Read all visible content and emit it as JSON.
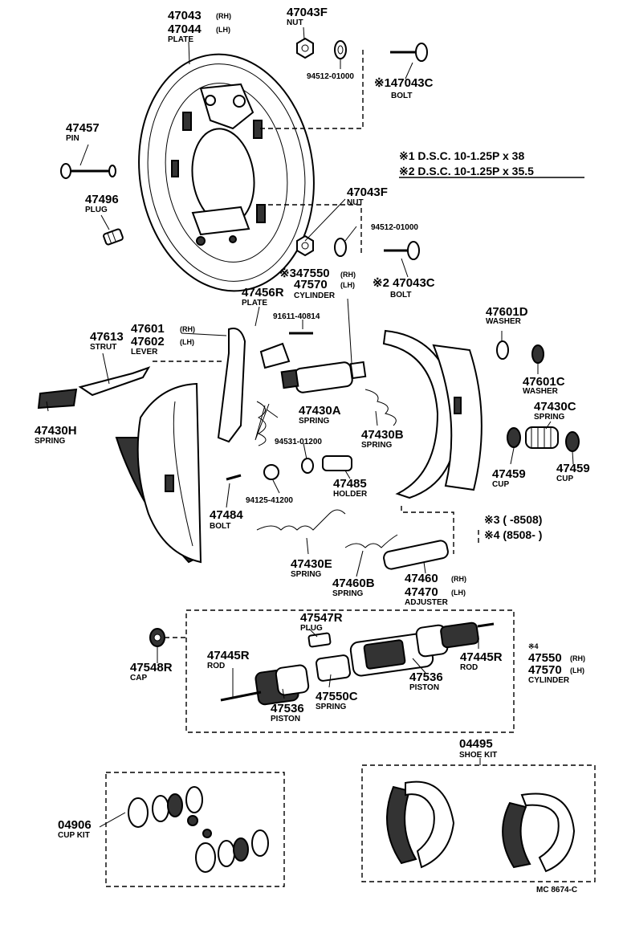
{
  "labels": {
    "plate_rh_no": "47043",
    "plate_rh_side": "(RH)",
    "plate_lh_no": "47044",
    "plate_lh_side": "(LH)",
    "plate_name": "PLATE",
    "nut_upper_no": "47043F",
    "nut_upper_name": "NUT",
    "washer_upper_no": "94512-01000",
    "bolt_upper_no": "※147043C",
    "bolt_upper_name": "BOLT",
    "pin_no": "47457",
    "pin_name": "PIN",
    "plug_no": "47496",
    "plug_name": "PLUG",
    "nut_lower_no": "47043F",
    "nut_lower_name": "NUT",
    "washer_lower_no": "94512-01000",
    "cyl_rh_no": "※347550",
    "cyl_rh_side": "(RH)",
    "cyl_lh_no": "47570",
    "cyl_lh_side": "(LH)",
    "cyl_name": "CYLINDER",
    "bolt_lower_no": "※2 47043C",
    "bolt_lower_name": "BOLT",
    "plate_r_no": "47456R",
    "plate_r_name": "PLATE",
    "bolt91611_no": "91611-40814",
    "lever_rh_no": "47601",
    "lever_rh_side": "(RH)",
    "lever_lh_no": "47602",
    "lever_lh_side": "(LH)",
    "lever_name": "LEVER",
    "strut_no": "47613",
    "strut_name": "STRUT",
    "washer_d_no": "47601D",
    "washer_d_name": "WASHER",
    "washer_c_no": "47601C",
    "washer_c_name": "WASHER",
    "spring_c_no": "47430C",
    "spring_c_name": "SPRING",
    "spring_a_no": "47430A",
    "spring_a_name": "SPRING",
    "spring_b_no": "47430B",
    "spring_b_name": "SPRING",
    "washer94531_no": "94531-01200",
    "spring_h_no": "47430H",
    "spring_h_name": "SPRING",
    "cup_left_no": "47459",
    "cup_left_name": "CUP",
    "cup_right_no": "47459",
    "cup_right_name": "CUP",
    "holder_no": "47485",
    "holder_name": "HOLDER",
    "nut94125_no": "94125-41200",
    "bolt47484_no": "47484",
    "bolt47484_name": "BOLT",
    "spring_e_no": "47430E",
    "spring_e_name": "SPRING",
    "spring_47460b_no": "47460B",
    "spring_47460b_name": "SPRING",
    "adj_rh_no": "47460",
    "adj_rh_side": "(RH)",
    "adj_lh_no": "47470",
    "adj_lh_side": "(LH)",
    "adj_name": "ADJUSTER",
    "plug_r_no": "47547R",
    "plug_r_name": "PLUG",
    "rod_left_no": "47445R",
    "rod_left_name": "ROD",
    "rod_right_no": "47445R",
    "rod_right_name": "ROD",
    "cap_no": "47548R",
    "cap_name": "CAP",
    "piston_right_no": "47536",
    "piston_right_name": "PISTON",
    "cylbox_marker": "※4",
    "cylbox_rh_no": "47550",
    "cylbox_rh_side": "(RH)",
    "cylbox_lh_no": "47570",
    "cylbox_lh_side": "(LH)",
    "cylbox_name": "CYLINDER",
    "piston_left_no": "47536",
    "piston_left_name": "PISTON",
    "spring_550c_no": "47550C",
    "spring_550c_name": "SPRING",
    "shoe_kit_no": "04495",
    "shoe_kit_name": "SHOE KIT",
    "cup_kit_no": "04906",
    "cup_kit_name": "CUP KIT",
    "diagram_code": "MC 8674-C"
  },
  "notes": {
    "note1": "※1  D.S.C.  10-1.25P x 38",
    "note2": "※2  D.S.C.  10-1.25P x 35.5",
    "note3": "※3 (        -8508)",
    "note4": "※4 (8508-         )"
  }
}
